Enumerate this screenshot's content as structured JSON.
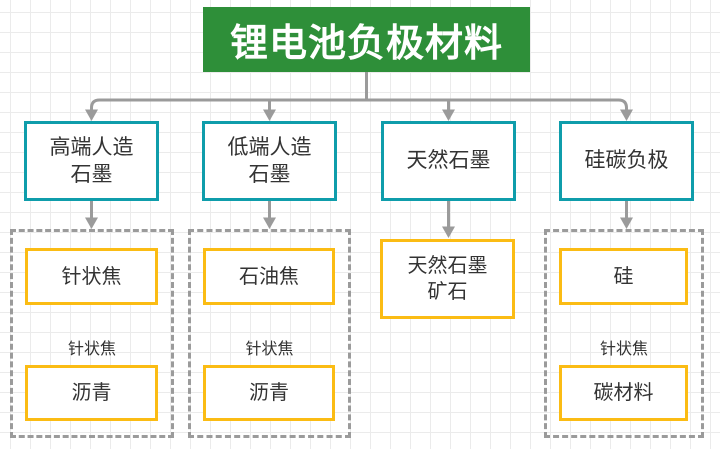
{
  "diagram": {
    "title": "锂电池负极材料"
  },
  "colors": {
    "root_fill": "#2E8F39",
    "root_text": "#FFFFFF",
    "branch_stroke": "#0F9DAB",
    "leaf_stroke": "#FBBC14",
    "node_fill": "#FFFFFF",
    "connector": "#9B9B9B",
    "group_stroke": "#9B9B9B",
    "text": "#333333",
    "grid_line": "#EBEBEB"
  },
  "branches": [
    {
      "label": "高端人造\n石墨",
      "children": [
        {
          "kind": "box",
          "label": "针状焦"
        },
        {
          "kind": "note",
          "label": "针状焦"
        },
        {
          "kind": "box",
          "label": "沥青"
        }
      ]
    },
    {
      "label": "低端人造\n石墨",
      "children": [
        {
          "kind": "box",
          "label": "石油焦"
        },
        {
          "kind": "note",
          "label": "针状焦"
        },
        {
          "kind": "box",
          "label": "沥青"
        }
      ]
    },
    {
      "label": "天然石墨",
      "children": [
        {
          "kind": "box",
          "label": "天然石墨\n矿石"
        }
      ]
    },
    {
      "label": "硅碳负极",
      "children": [
        {
          "kind": "box",
          "label": "硅"
        },
        {
          "kind": "note",
          "label": "针状焦"
        },
        {
          "kind": "box",
          "label": "碳材料"
        }
      ]
    }
  ]
}
